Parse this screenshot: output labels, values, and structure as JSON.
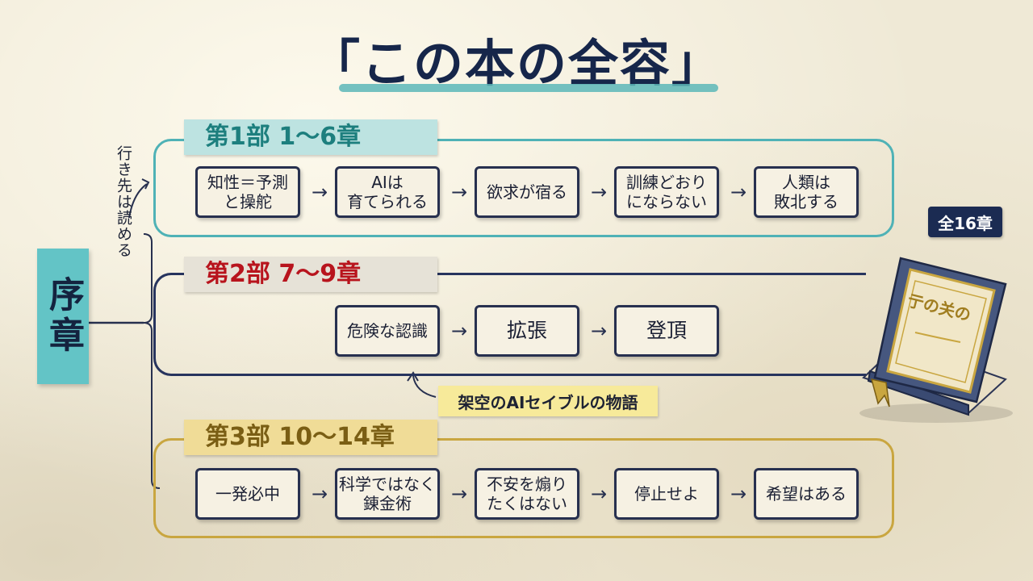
{
  "title": "「この本の全容」",
  "prologue": "序章",
  "side_note": "行き先は読める",
  "total_badge": "全16章",
  "book_cover_text": "亍の关の",
  "story_note": "架空のAIセイブルの物語",
  "colors": {
    "part1": "#4fb2b6",
    "part2": "#27345e",
    "part3": "#c9a640",
    "part2_label_text": "#b8141d",
    "prologue_bg": "#63c4c6",
    "badge_bg": "#1b2b52",
    "note_bg": "#f7ea9a"
  },
  "parts": [
    {
      "label": "第1部 1〜6章",
      "chapters": [
        "知性＝予測\nと操舵",
        "AIは\n育てられる",
        "欲求が宿る",
        "訓練どおり\nにならない",
        "人類は\n敗北する"
      ]
    },
    {
      "label": "第2部 7〜9章",
      "chapters": [
        "危険な認識",
        "拡張",
        "登頂"
      ]
    },
    {
      "label": "第3部 10〜14章",
      "chapters": [
        "一発必中",
        "科学ではなく\n錬金術",
        "不安を煽り\nたくはない",
        "停止せよ",
        "希望はある"
      ]
    }
  ],
  "arrow_glyph": "→"
}
